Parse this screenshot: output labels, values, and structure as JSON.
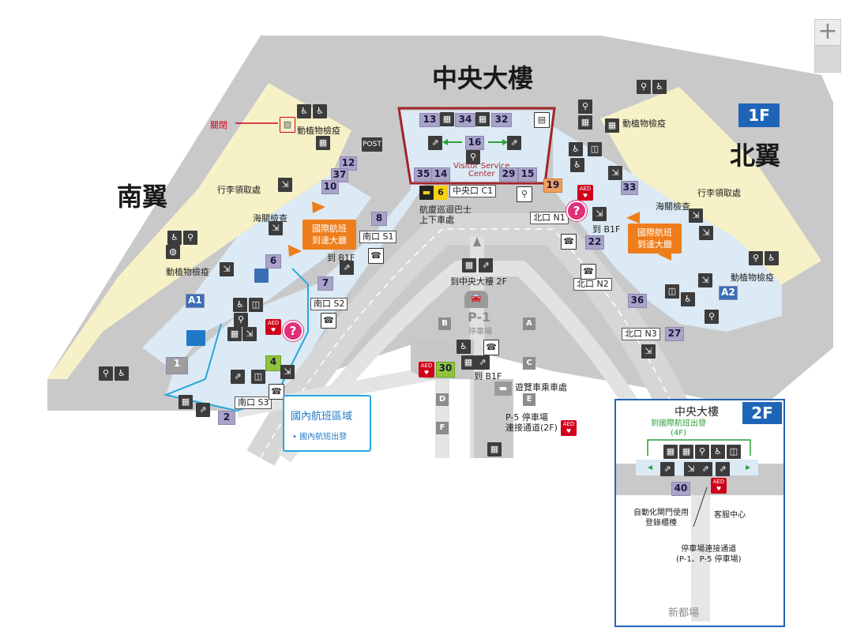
{
  "central_building": "中央大樓",
  "south_wing": "南翼",
  "north_wing": "北翼",
  "floor_1f": "1F",
  "closed_label": "關閉",
  "south": {
    "animal_quarantine_top": "動植物檢疫",
    "animal_quarantine_bottom": "動植物檢疫",
    "baggage_claim": "行李領取處",
    "customs": "海關檢查",
    "intl_arrival_hall": [
      "國際航班",
      "到達大廳"
    ],
    "to_b1f": "到 B1F",
    "exit_s1": "南口 S1",
    "exit_s2": "南口 S2",
    "exit_s3": "南口 S3",
    "post": "POST",
    "gates": [
      "12",
      "37",
      "10",
      "8",
      "6",
      "7",
      "A1",
      "1",
      "4",
      "2"
    ]
  },
  "central": {
    "gates_top": [
      "13",
      "34",
      "32"
    ],
    "gate_mid": "16",
    "gates_bottom": [
      "35",
      "14",
      "29",
      "15"
    ],
    "visitor_service_center": [
      "Visitor Service",
      "Center"
    ],
    "exit_c1": "中央口 C1",
    "bus_stop_number": "6",
    "shuttle_bus": [
      "航廈巡迴巴士",
      "上下車處"
    ],
    "to_central_2f": "到中央大樓 2F",
    "p1": "P-1",
    "p1_sub": "停車場",
    "gate_30": "30",
    "to_b1f": "到 B1F",
    "tour_bus": "遊覽車乘車處",
    "p5_link": [
      "P-5 停車場",
      "連接通道(2F)"
    ],
    "parking_letters": [
      "B",
      "A",
      "C",
      "D",
      "E",
      "F"
    ]
  },
  "north": {
    "animal_quarantine_top": "動植物檢疫",
    "animal_quarantine_bottom": "動植物檢疫",
    "baggage_claim": "行李領取處",
    "customs": "海關檢查",
    "intl_arrival_hall": [
      "國際航班",
      "到達大廳"
    ],
    "to_b1f": "到 B1F",
    "exit_n1": "北口 N1",
    "exit_n2": "北口 N2",
    "exit_n3": "北口 N3",
    "gates": [
      "19",
      "33",
      "22",
      "36",
      "27",
      "A2"
    ]
  },
  "domestic": {
    "title": "國內航班區域",
    "sub": "• 國內航班出發"
  },
  "inset_2f": {
    "title": "中央大樓",
    "floor": "2F",
    "to_intl_departure": [
      "到國際航班出發",
      "(4F)"
    ],
    "gate_40": "40",
    "auto_gate": [
      "自動化閘門使用",
      "登錄櫃檯"
    ],
    "customer_service": "客服中心",
    "parking_link": [
      "停車場連接通道",
      "(P-1、P-5 停車場)"
    ],
    "bottom_label": "新都場"
  },
  "colors": {
    "blue_floor": "#1f65b7",
    "orange": "#ee7d1b",
    "gate_purple": "#a9a3c7",
    "help_pink": "#e0307a",
    "aed_red": "#d0021b",
    "vsc_border": "#a0262a",
    "domestic_border": "#28a7dc"
  }
}
